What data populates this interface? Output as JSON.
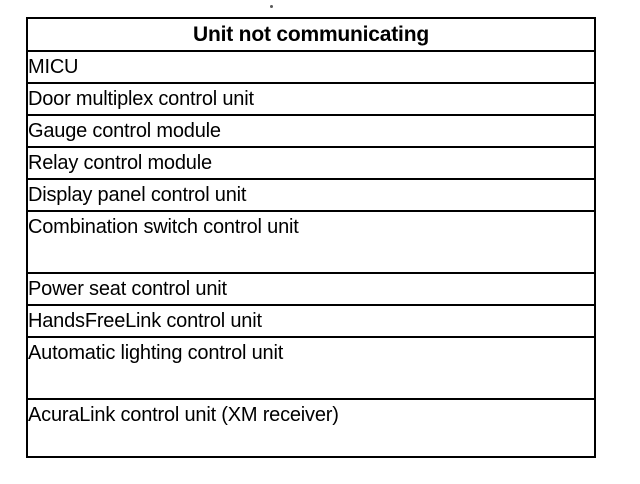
{
  "document": {
    "kind": "scanned-table-figure",
    "background_color": "#ffffff",
    "ink_color": "#000000"
  },
  "table": {
    "header": "Unit not communicating",
    "columns": [
      "Unit not communicating"
    ],
    "rows": [
      {
        "label": "MICU",
        "size": "single"
      },
      {
        "label": "Door multiplex control unit",
        "size": "single"
      },
      {
        "label": "Gauge control module",
        "size": "single"
      },
      {
        "label": "Relay control module",
        "size": "single"
      },
      {
        "label": "Display panel control unit",
        "size": "single"
      },
      {
        "label": "Combination switch control unit",
        "size": "tall"
      },
      {
        "label": "Power seat control unit",
        "size": "single"
      },
      {
        "label": "HandsFreeLink control unit",
        "size": "single"
      },
      {
        "label": "Automatic lighting control unit",
        "size": "tall"
      },
      {
        "label": "AcuraLink control unit (XM receiver)",
        "size": "tall2"
      }
    ]
  },
  "artifacts": {
    "speck": "scan-speck"
  }
}
